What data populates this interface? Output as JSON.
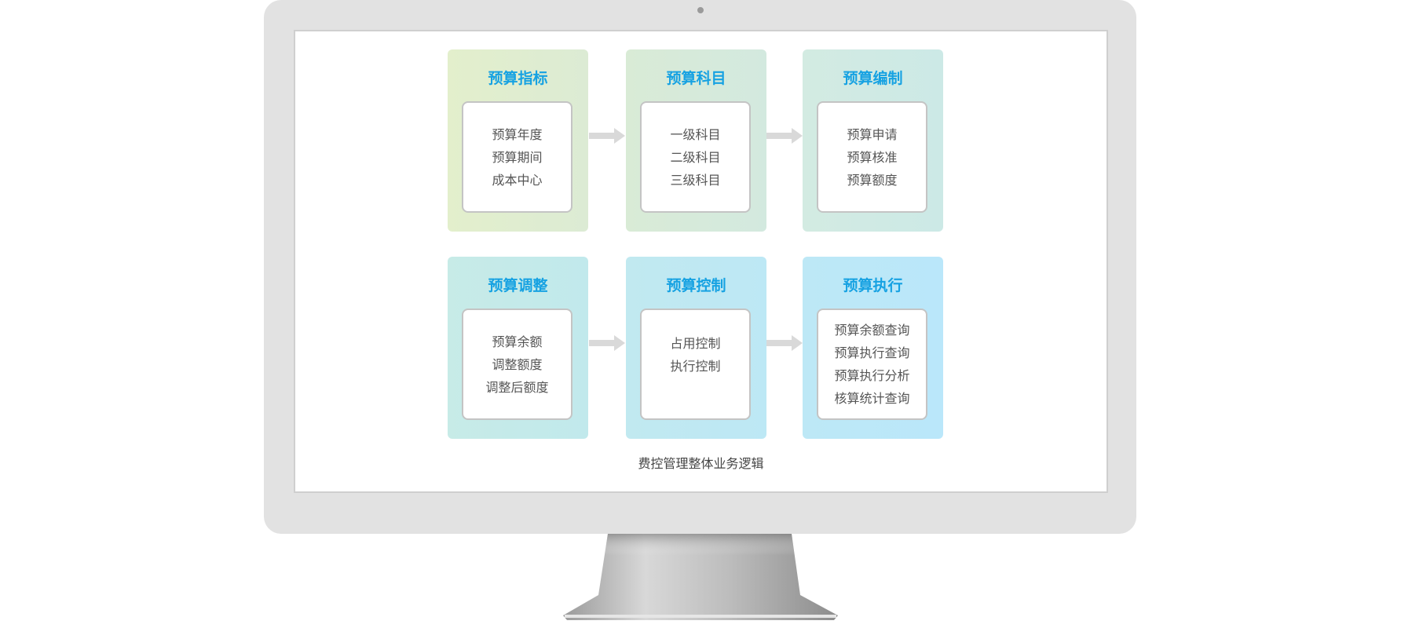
{
  "diagram": {
    "caption": "费控管理整体业务逻辑",
    "colors": {
      "title": "#17a2e2",
      "arrow": "#d9d9d9"
    },
    "cards": [
      {
        "title": "预算指标",
        "items": [
          "预算年度",
          "预算期间",
          "成本中心"
        ]
      },
      {
        "title": "预算科目",
        "items": [
          "一级科目",
          "二级科目",
          "三级科目"
        ]
      },
      {
        "title": "预算编制",
        "items": [
          "预算申请",
          "预算核准",
          "预算额度"
        ]
      },
      {
        "title": "预算调整",
        "items": [
          "预算余额",
          "调整额度",
          "调整后额度"
        ]
      },
      {
        "title": "预算控制",
        "items": [
          "占用控制",
          "执行控制"
        ]
      },
      {
        "title": "预算执行",
        "items": [
          "预算余额查询",
          "预算执行查询",
          "预算执行分析",
          "核算统计查询"
        ]
      }
    ]
  }
}
